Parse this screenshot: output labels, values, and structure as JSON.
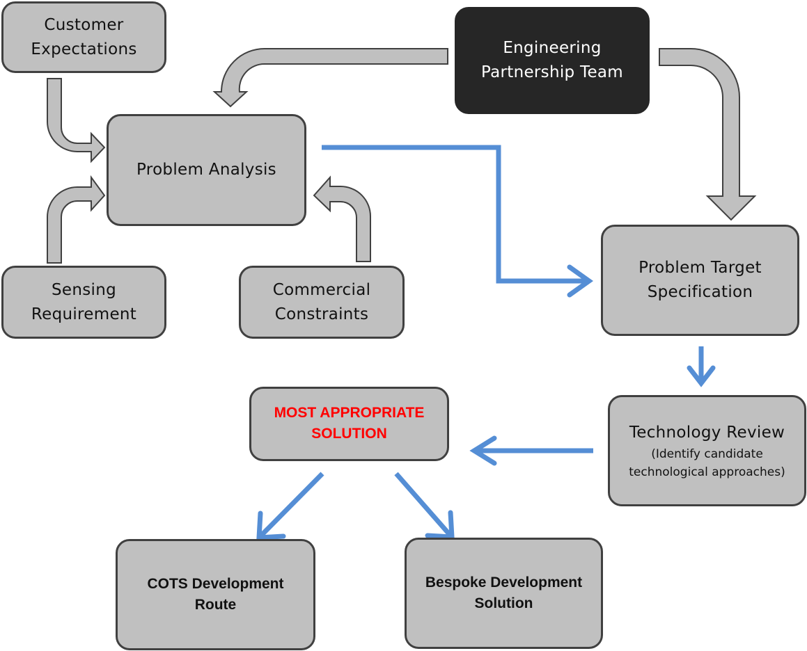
{
  "nodes": {
    "customer_expectations": "Customer\nExpectations",
    "engineering_team": "Engineering\nPartnership Team",
    "problem_analysis": "Problem  Analysis",
    "sensing_requirement": "Sensing\nRequirement",
    "commercial_constraints": "Commercial\nConstraints",
    "problem_target": "Problem Target\nSpecification",
    "technology_review": "Technology Review",
    "technology_review_sub": "(Identify candidate\ntechnological approaches)",
    "most_appropriate": "MOST APPROPRIATE\nSOLUTION",
    "cots_route": "COTS Development\nRoute",
    "bespoke_solution": "Bespoke Development\nSolution"
  },
  "colors": {
    "box_fill": "#c0c0c0",
    "box_border": "#404040",
    "dark_box_fill": "#262626",
    "gray_arrow": "#c0c0c0",
    "blue_arrow": "#558ed5",
    "highlight_text": "#ff0000"
  }
}
